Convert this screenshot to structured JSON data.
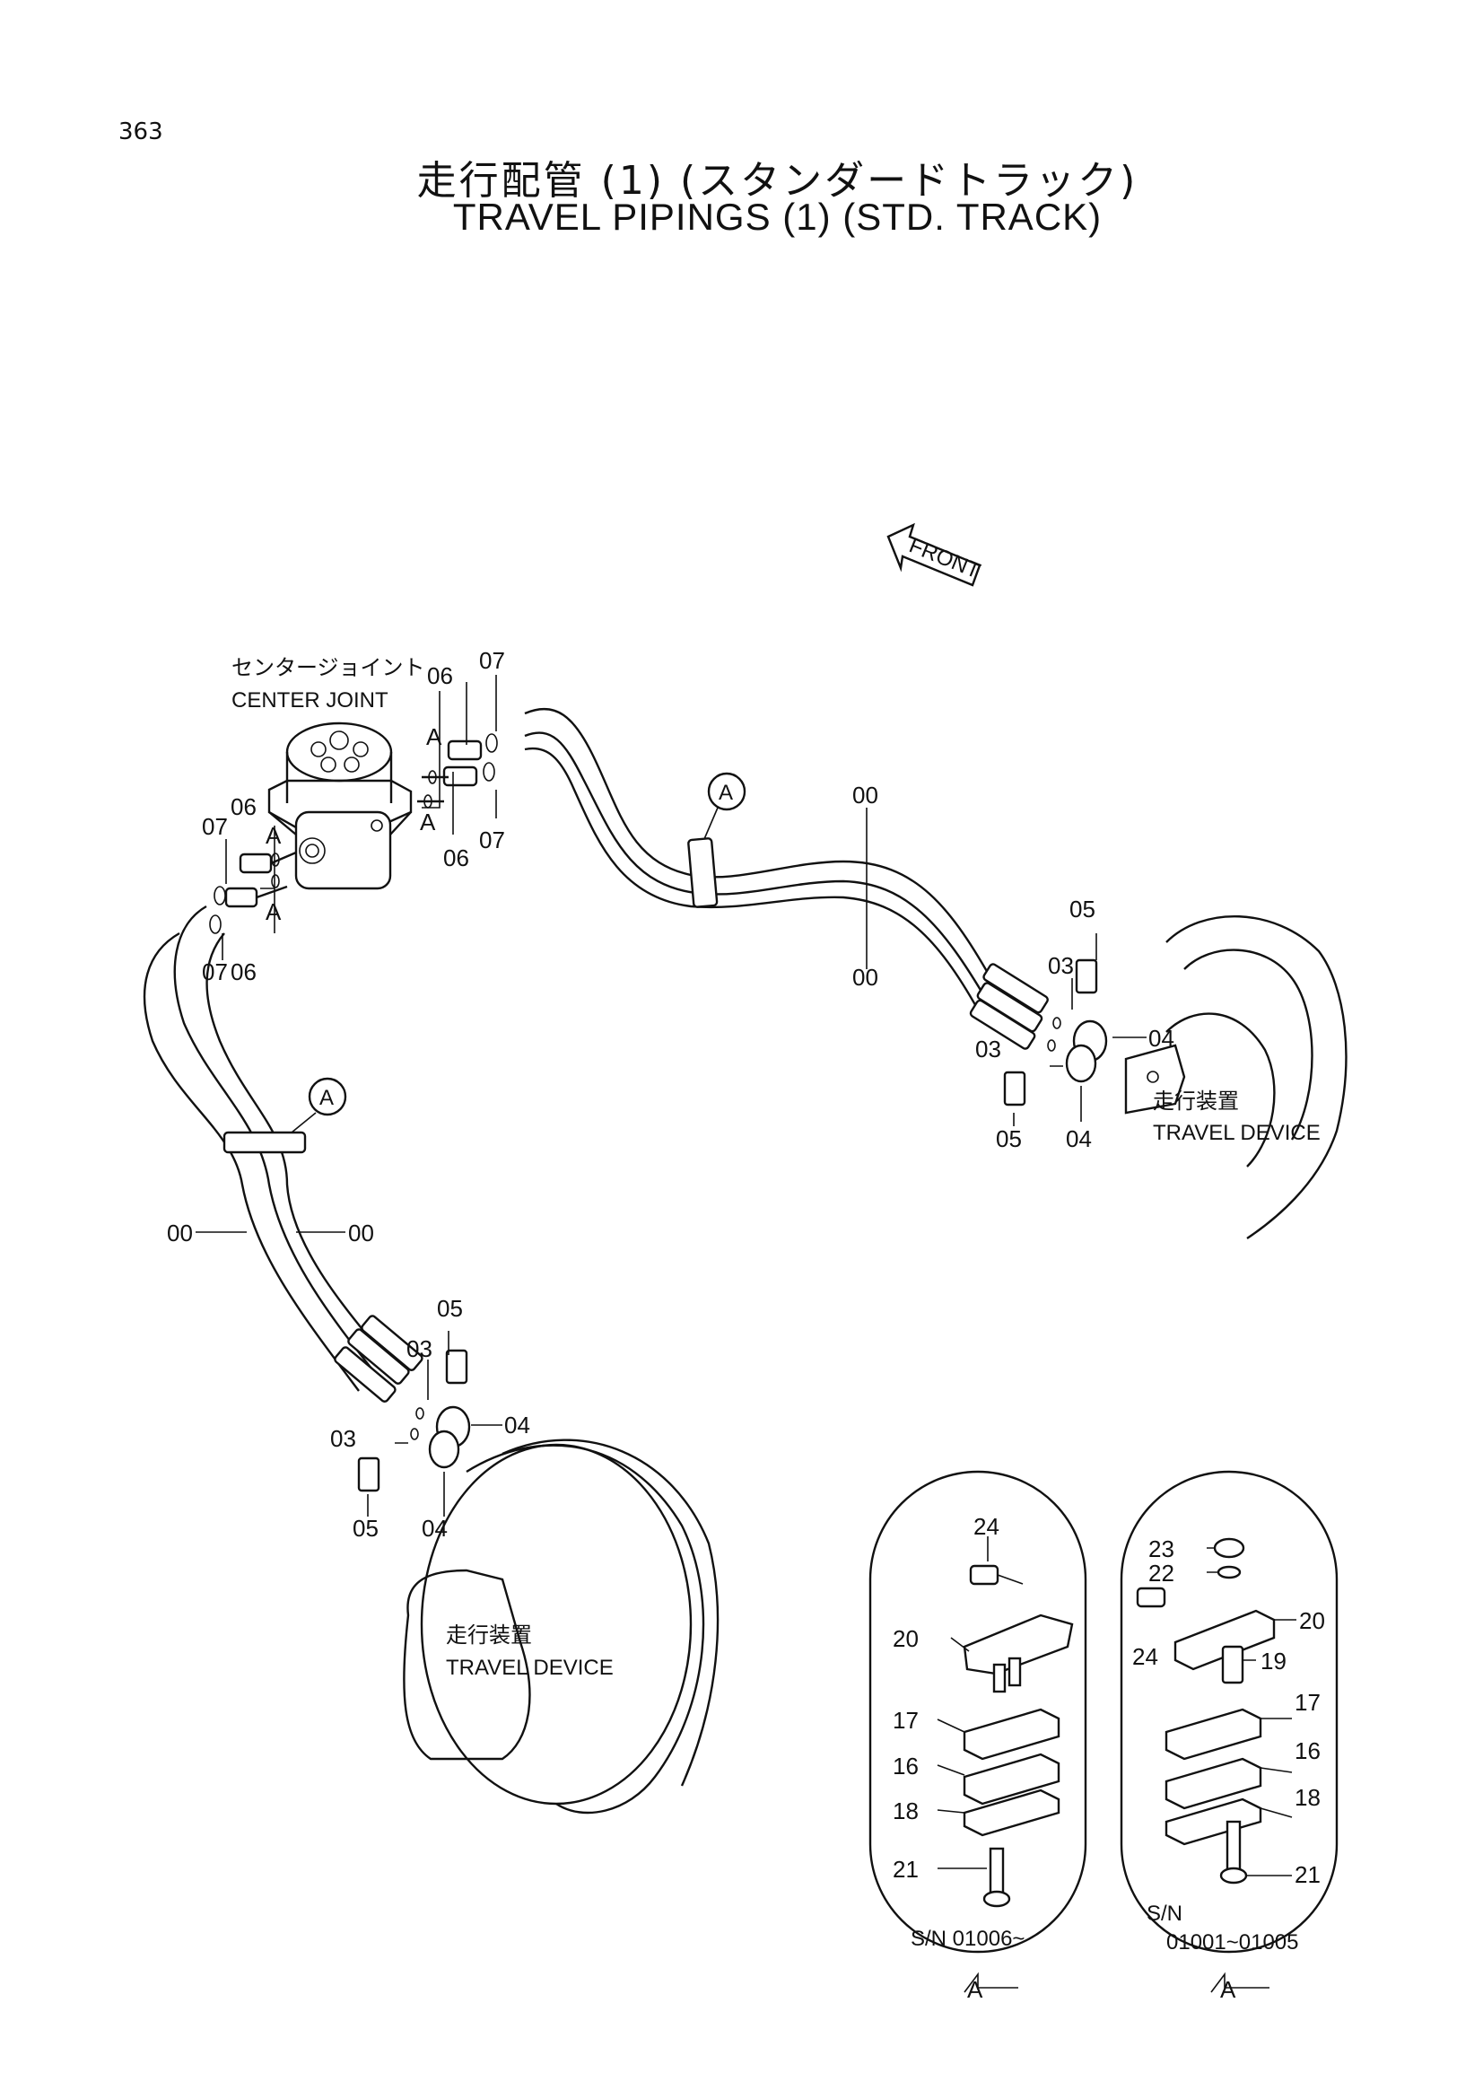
{
  "header": {
    "page_number": "363",
    "title_jp": "走行配管 (1) (スタンダードトラック)",
    "title_en": "TRAVEL PIPINGS (1) (STD. TRACK)"
  },
  "front_indicator": "FRONT",
  "components": {
    "center_joint_jp": "センタージョイント",
    "center_joint_en": "CENTER JOINT",
    "travel_device_jp": "走行装置",
    "travel_device_en": "TRAVEL DEVICE"
  },
  "callouts": {
    "a": "A",
    "p00": "00",
    "p03": "03",
    "p04": "04",
    "p05": "05",
    "p06": "06",
    "p07": "07",
    "p16": "16",
    "p17": "17",
    "p18": "18",
    "p19": "19",
    "p20": "20",
    "p21": "21",
    "p22": "22",
    "p23": "23",
    "p24": "24"
  },
  "detail_views": [
    {
      "serial": "S/N 01006~",
      "view": "A"
    },
    {
      "serial_prefix": "S/N",
      "serial_range": "01001~01005",
      "view": "A"
    }
  ],
  "colors": {
    "ink": "#111111",
    "paper": "#ffffff"
  }
}
